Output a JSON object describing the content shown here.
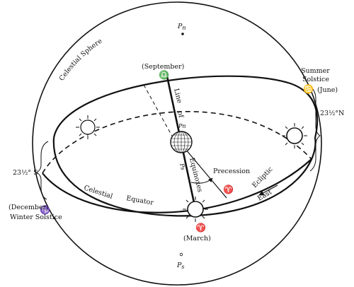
{
  "labels": {
    "celestial_sphere": "Celestial Sphere",
    "pole_north": "P",
    "pole_north_sub": "n",
    "pole_south": "P",
    "pole_south_sub": "s",
    "september": "(September)",
    "summer_solstice_1": "Summer",
    "summer_solstice_2": "Solstice",
    "june": "(June)",
    "north_angle": "23½°N",
    "south_angle": "23½° S",
    "december": "(December)",
    "winter_solstice": "Winter Solstice",
    "line_of_equinoxes_1": "Line",
    "line_of_equinoxes_2": "of",
    "line_of_equinoxes_3": "Equinoxes",
    "earth_pn": "Pn",
    "earth_ps": "Ps",
    "precession": "Precession",
    "ecliptic": "Ecliptic",
    "east": "East",
    "celestial_equator_1": "Celestial",
    "celestial_equator_2": "Equator",
    "march": "(March)"
  },
  "glyphs": {
    "libra": "♎",
    "cancer": "♋",
    "capricorn": "♑",
    "aries": "♈"
  }
}
